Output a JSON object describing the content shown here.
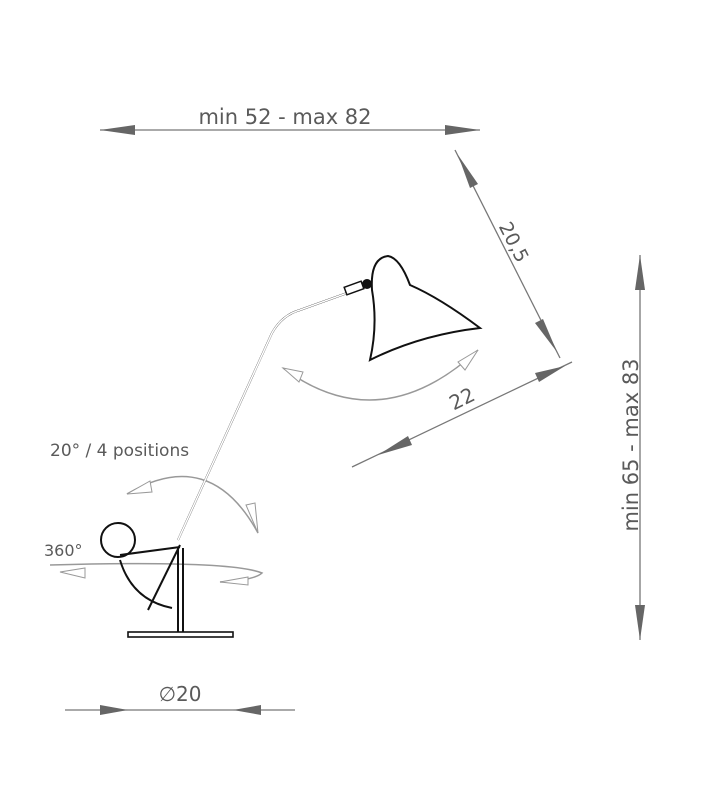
{
  "dimensions": {
    "width_range": "min 52 - max 82",
    "shade_height": "20,5",
    "shade_width": "22",
    "height_range": "min 65 - max 83",
    "base_diameter": "∅20"
  },
  "annotations": {
    "arm_positions": "20° / 4 positions",
    "rotation": "360°"
  },
  "colors": {
    "line": "#777777",
    "text": "#5a5a5a",
    "lamp": "#111111"
  }
}
